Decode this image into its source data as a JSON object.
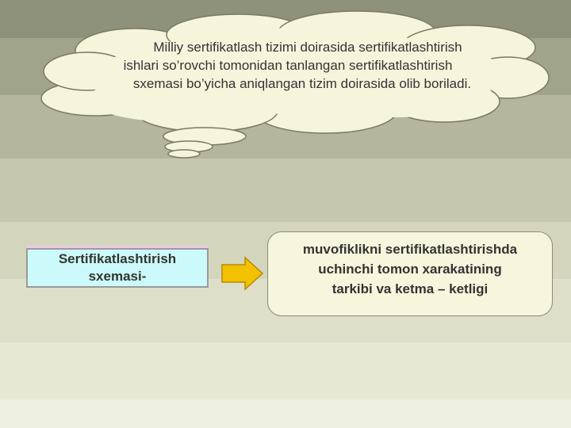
{
  "cloud": {
    "line1": "Milliy sertifikatlash tizimi doirasida sertifikatlashtirish",
    "line2": "ishlari so’rovchi tomonidan tanlangan sertifikatlashtirish",
    "line3": "sxemasi bo’yicha aniqlangan tizim doirasida olib boriladi."
  },
  "left_box": {
    "line1": "Sertifikatlashtirish",
    "line2": "sxemasi-"
  },
  "arrow_icon": "right-arrow-icon",
  "right_box": {
    "line1": "muvofiklikni sertifikatlashtirishda",
    "line2": "uchinchi tomon xarakatining",
    "line3": "tarkibi va ketma – ketligi"
  },
  "colors": {
    "cloud_fill": "#f5f5dc",
    "left_box_fill": "#ccfafa",
    "arrow_fill": "#f2c200",
    "right_box_fill": "#f6f6dc"
  }
}
